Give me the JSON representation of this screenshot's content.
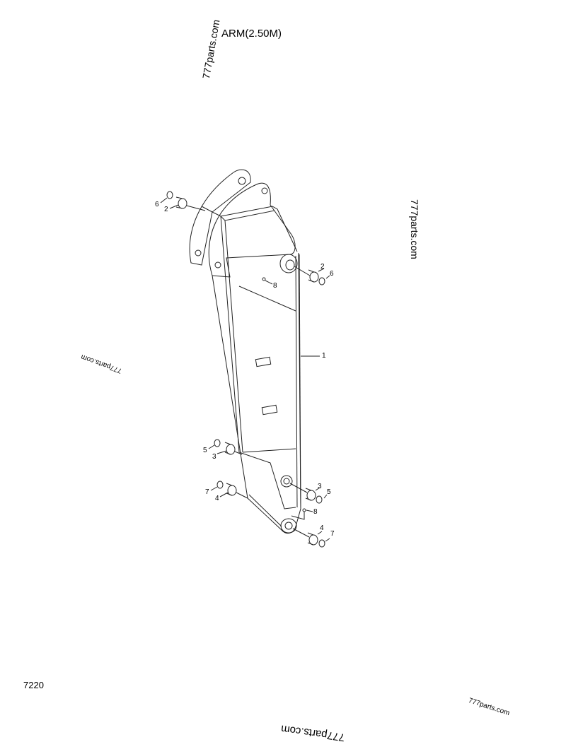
{
  "title": "ARM(2.50M)",
  "diagram_code": "7220",
  "watermark": "777parts.com",
  "callouts": {
    "part1": "1",
    "part2": "2",
    "part3": "3",
    "part4": "4",
    "part5": "5",
    "part6": "6",
    "part7": "7",
    "part8": "8"
  }
}
